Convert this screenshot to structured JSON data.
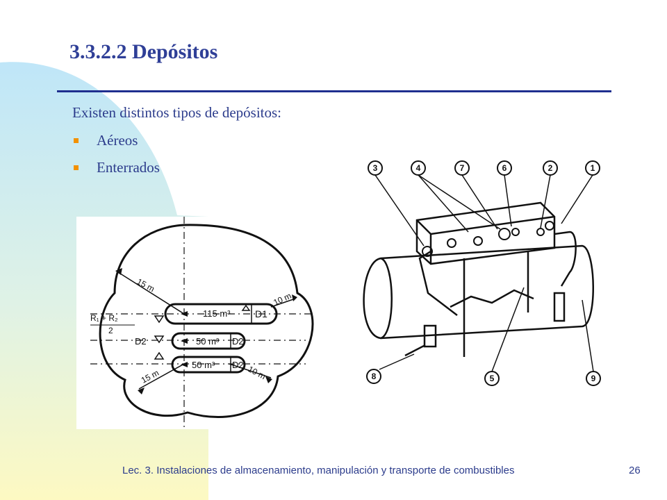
{
  "slide": {
    "title": "3.3.2.2  Depósitos",
    "intro": "Existen distintos tipos de depósitos:",
    "bullets": [
      "Aéreos",
      "Enterrados"
    ],
    "footer": "Lec. 3. Instalaciones de almacenamiento, manipulación y transporte de combustibles",
    "page_number": "26"
  },
  "figure_left": {
    "dist_15m_top": "15 m",
    "dist_15m_bottom": "15 m",
    "dist_10m_top": "10 m",
    "dist_10m_bottom": "10 m",
    "tank1_volume": "115 m³",
    "tank1_label": "D1",
    "tank2_volume": "50 m³",
    "tank2_label": "D2",
    "tank3_volume": "50 m³",
    "tank3_label": "D2",
    "formula_top": "R₁ + R₂",
    "formula_bottom": "2",
    "side_label": "D2"
  },
  "figure_right": {
    "callouts": [
      "3",
      "4",
      "7",
      "6",
      "2",
      "1",
      "8",
      "5",
      "9"
    ]
  },
  "colors": {
    "title": "#2f3f97",
    "text": "#2c3c8c",
    "bullet": "#f29100",
    "rule": "#1f2f8f"
  }
}
